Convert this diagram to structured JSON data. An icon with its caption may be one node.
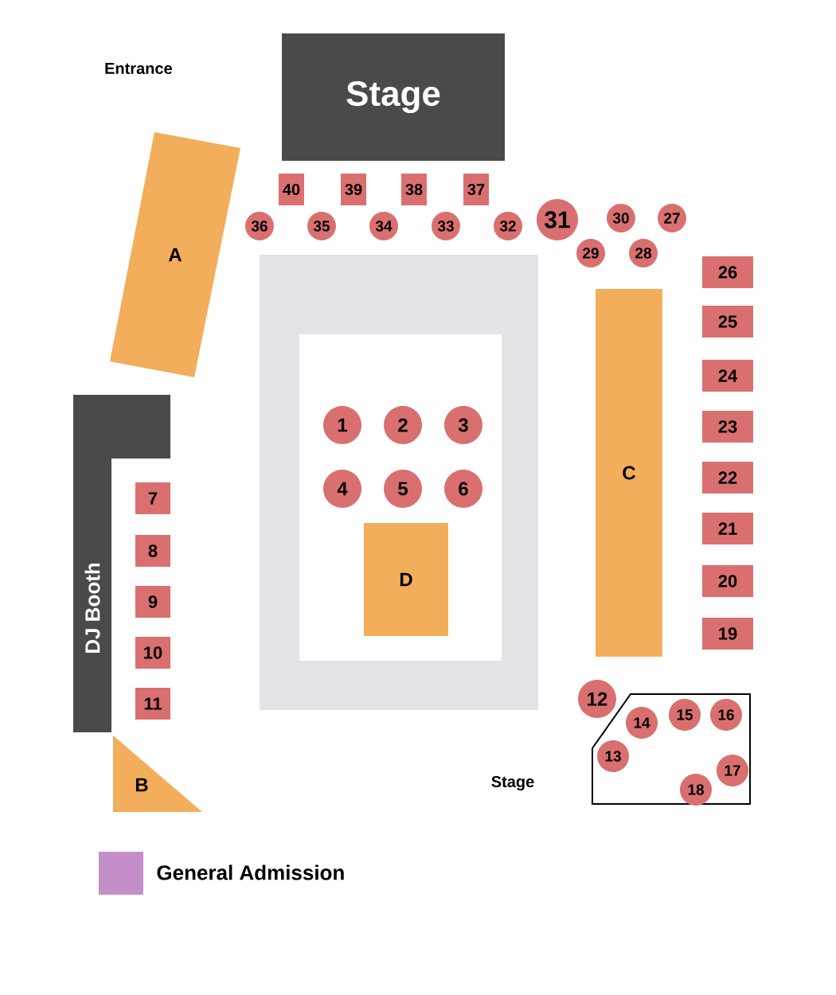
{
  "diagram": {
    "nodes": [
      {
        "text": [
          "Stage"
        ]
      },
      {
        "text": [
          "40"
        ]
      },
      {
        "text": [
          "39"
        ]
      },
      {
        "text": [
          "38"
        ]
      },
      {
        "text": [
          "37"
        ]
      },
      {
        "text": [
          "36"
        ]
      },
      {
        "text": [
          "35"
        ]
      },
      {
        "text": [
          "34"
        ]
      },
      {
        "text": [
          "33"
        ]
      },
      {
        "text": [
          "32"
        ]
      },
      {
        "text": [
          "31"
        ]
      },
      {
        "text": [
          "30"
        ]
      },
      {
        "text": [
          "27"
        ]
      },
      {
        "text": [
          "A"
        ]
      },
      {
        "text": [
          "29"
        ]
      },
      {
        "text": [
          "28"
        ]
      },
      {
        "text": [
          "26"
        ]
      },
      {
        "text": [
          "25"
        ]
      },
      {
        "text": [
          "24"
        ]
      },
      {
        "text": [
          "DJ Booth"
        ]
      },
      {
        "text": [
          "1"
        ]
      },
      {
        "text": [
          "2"
        ]
      },
      {
        "text": [
          "3"
        ]
      },
      {
        "text": [
          "C"
        ]
      },
      {
        "text": [
          "23"
        ]
      },
      {
        "text": [
          "22"
        ]
      },
      {
        "text": [
          "4"
        ]
      },
      {
        "text": [
          "5"
        ]
      },
      {
        "text": [
          "6"
        ]
      },
      {
        "text": [
          "7"
        ]
      },
      {
        "text": [
          "21"
        ]
      },
      {
        "text": [
          "D"
        ]
      },
      {
        "text": [
          "8"
        ]
      },
      {
        "text": [
          "20"
        ]
      },
      {
        "text": [
          "9"
        ]
      },
      {
        "text": [
          "19"
        ]
      },
      {
        "text": [
          "10"
        ]
      },
      {
        "text": [
          "11"
        ]
      },
      {
        "text": [
          "12"
        ]
      },
      {
        "text": [
          "Stage"
        ]
      },
      {
        "text": [
          "15"
        ],
        "in": 39
      },
      {
        "text": [
          "16"
        ],
        "in": 39
      },
      {
        "text": [
          "14"
        ],
        "in": 39
      },
      {
        "text": [
          "13"
        ],
        "in": 39
      },
      {
        "text": [
          "17"
        ],
        "in": 39
      },
      {
        "text": [
          "18"
        ],
        "in": 39
      },
      {
        "text": [
          "B"
        ]
      }
    ],
    "labels": [
      "Entrance"
    ],
    "legend": [
      {
        "text": "General Admission",
        "color": "#c48fc8"
      }
    ]
  }
}
